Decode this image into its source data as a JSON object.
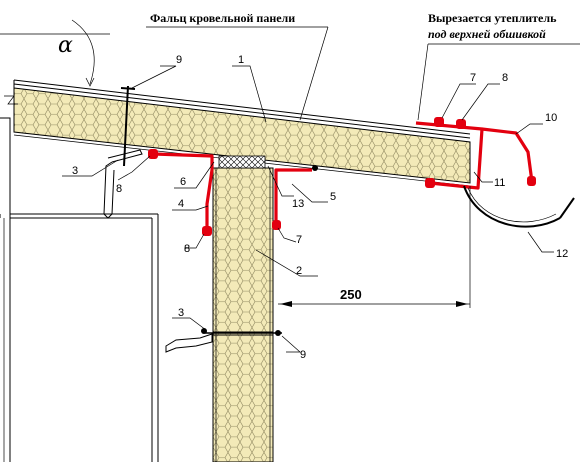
{
  "title": "Фальц кровельной панели",
  "note": {
    "line1": "Вырезается утеплитель",
    "line2": "под верхней обшивкой"
  },
  "angle_symbol": "α",
  "dimension": "250",
  "callouts": {
    "c1": "1",
    "c2": "2",
    "c3a": "3",
    "c3b": "3",
    "c4": "4",
    "c5": "5",
    "c6": "6",
    "c7a": "7",
    "c7b": "7",
    "c8a": "8",
    "c8b": "8",
    "c8c": "8",
    "c9a": "9",
    "c9b": "9",
    "c10": "10",
    "c11": "11",
    "c12": "12",
    "c13": "13"
  },
  "colors": {
    "insulation": "#f3eab8",
    "insulation_hex": "#8f8860",
    "flashing": "#e3000f",
    "line": "#000000"
  }
}
